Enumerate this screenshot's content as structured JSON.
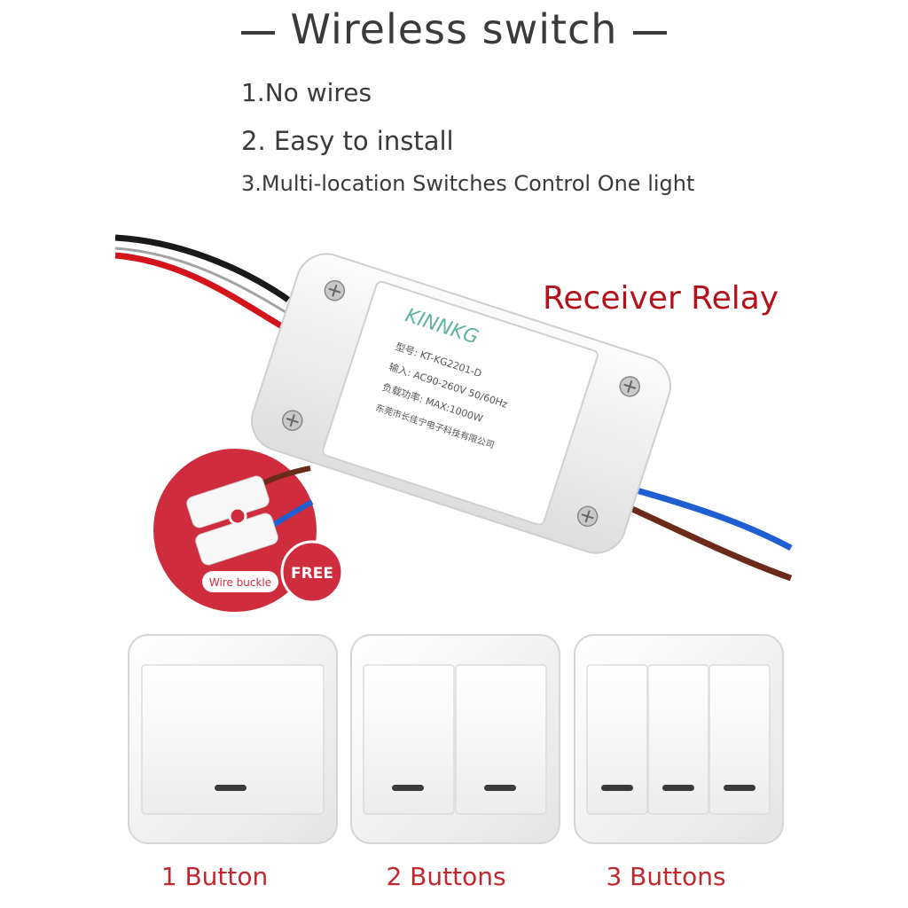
{
  "title": "Wireless switch",
  "features": [
    "1.No wires",
    "2. Easy to install",
    "3.Multi-location Switches Control One light"
  ],
  "relay": {
    "label": "Receiver Relay",
    "brand": "KINNKG",
    "label_lines": [
      "型号: KT-KG2201-D",
      "输入: AC90-260V 50/60Hz",
      "负载功率: MAX:1000W",
      "东莞市长佳宁电子科技有限公司"
    ]
  },
  "accessory": {
    "name": "Wire buckle",
    "tag": "FREE"
  },
  "switches": [
    {
      "label": "1 Button",
      "buttons": 1
    },
    {
      "label": "2 Buttons",
      "buttons": 2
    },
    {
      "label": "3 Buttons",
      "buttons": 3
    }
  ]
}
